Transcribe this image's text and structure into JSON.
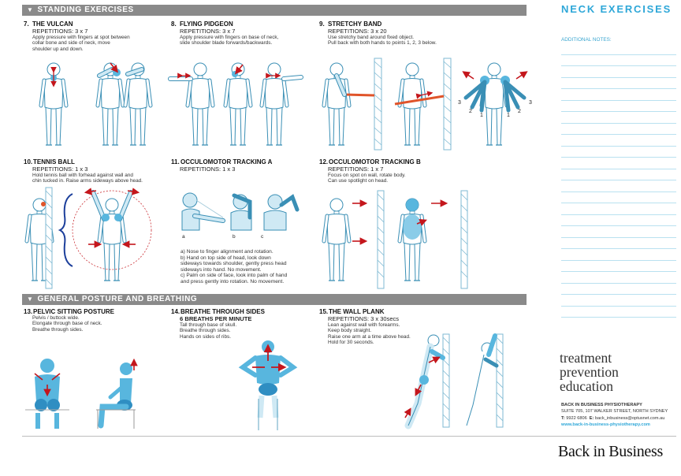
{
  "sections": {
    "standing": "STANDING EXERCISES",
    "posture": "GENERAL POSTURE AND BREATHING"
  },
  "sidebar": {
    "title": "NECK EXERCISES",
    "additional_notes": "ADDITIONAL NOTES:",
    "tagline": [
      "treatment",
      "prevention",
      "education"
    ],
    "company_name": "BACK IN BUSINESS PHYSIOTHERAPY",
    "address": "SUITE 705, 107 WALKER STREET, NORTH SYDNEY",
    "phone_label": "T:",
    "phone": "9922 6806",
    "email_label": "E:",
    "email": "back_inbusiness@optusnet.com.au",
    "website": "www.back-in-business-physiotherapy.com",
    "brand": "Back in Business"
  },
  "exercises": [
    {
      "num": "7.",
      "title": "THE VULCAN",
      "reps": "REPETITIONS: 3 x 7",
      "desc": [
        "Apply pressure with fingers at spot between",
        "collar bone and side of neck, move",
        "shoulder up and down."
      ]
    },
    {
      "num": "8.",
      "title": "FLYING PIDGEON",
      "reps": "REPETITIONS: 3 x 7",
      "desc": [
        "Apply pressure with fingers on base of neck,",
        "slide shoulder blade forwards/backwards."
      ]
    },
    {
      "num": "9.",
      "title": "STRETCHY BAND",
      "reps": "REPETITIONS: 3 x 20",
      "desc": [
        "Use stretchy band around fixed object.",
        "Pull back with both hands to points 1, 2, 3 below."
      ]
    },
    {
      "num": "10.",
      "title": "TENNIS BALL",
      "reps": "REPETITIONS: 1 x 3",
      "desc": [
        "Hold tennis ball with forhead against wall and",
        "chin tucked in. Raise arms sideways above head."
      ]
    },
    {
      "num": "11.",
      "title": "OCCULOMOTOR TRACKING A",
      "reps": "REPETITIONS: 1 x 3",
      "desc": []
    },
    {
      "num": "12.",
      "title": "OCCULOMOTOR TRACKING B",
      "reps": "REPETITIONS: 1 x 7",
      "desc": [
        "Focus on spot on wall, rotate body.",
        "Can use spotlight on head."
      ]
    },
    {
      "num": "13.",
      "title": "PELVIC SITTING POSTURE",
      "reps": "",
      "desc": [
        "Pelvis / buttock wide.",
        "Elongate through base of neck.",
        "Breathe through sides."
      ]
    },
    {
      "num": "14.",
      "title": "BREATHE THROUGH SIDES",
      "reps": "6 BREATHS PER MINUTE",
      "desc": [
        "Tall through base of skull.",
        "Breathe through sides.",
        "Hands on sides of ribs."
      ]
    },
    {
      "num": "15.",
      "title": "THE WALL PLANK",
      "reps": "REPETITIONS: 3 x 30secs",
      "desc": [
        "Lean against wall with forearms.",
        "Keep body straight.",
        "Raise one arm at a time above head.",
        "Hold for 30 seconds."
      ]
    }
  ],
  "tracking_a_notes": [
    "a) Nose to finger alignment and rotation.",
    "b) Hand on top side of head, look down",
    "sideways towards shoulder, gently press head",
    "sideways into hand. No movement.",
    "c) Palm on side of face, look into palm of hand",
    "and press gently into rotation. No movement."
  ],
  "figure_labels": {
    "band_points": [
      "3",
      "2",
      "1",
      "1",
      "2",
      "3"
    ],
    "tracking_parts": [
      "a",
      "b",
      "c"
    ]
  },
  "colors": {
    "accent": "#2ea7d8",
    "figure_fill": "#cfe9f4",
    "figure_stroke": "#3a8fb5",
    "arrow": "#c4161c",
    "band": "#e0542a",
    "section_bar": "#8a8a8a"
  }
}
